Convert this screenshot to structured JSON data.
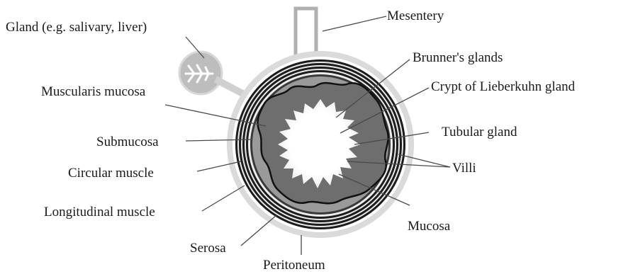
{
  "labels": {
    "mesentery": "Mesentery",
    "gland": "Gland (e.g. salivary, liver)",
    "brunners_glands": "Brunner's glands",
    "muscularis_mucosa": "Muscularis mucosa",
    "crypt_gland": "Crypt of Lieberkuhn gland",
    "submucosa": "Submucosa",
    "tubular_gland": "Tubular gland",
    "circular_muscle": "Circular muscle",
    "villi": "Villi",
    "longitudinal_muscle": "Longitudinal muscle",
    "mucosa": "Mucosa",
    "serosa": "Serosa",
    "peritoneum": "Peritoneum"
  },
  "colors": {
    "serosa": "#d6d6d6",
    "muscle_bands": "#1c1c1c",
    "submucosa": "#9a9a9a",
    "mucosa": "#6e6e6e",
    "lumen": "#ffffff",
    "gland": "#bdbdbd"
  }
}
